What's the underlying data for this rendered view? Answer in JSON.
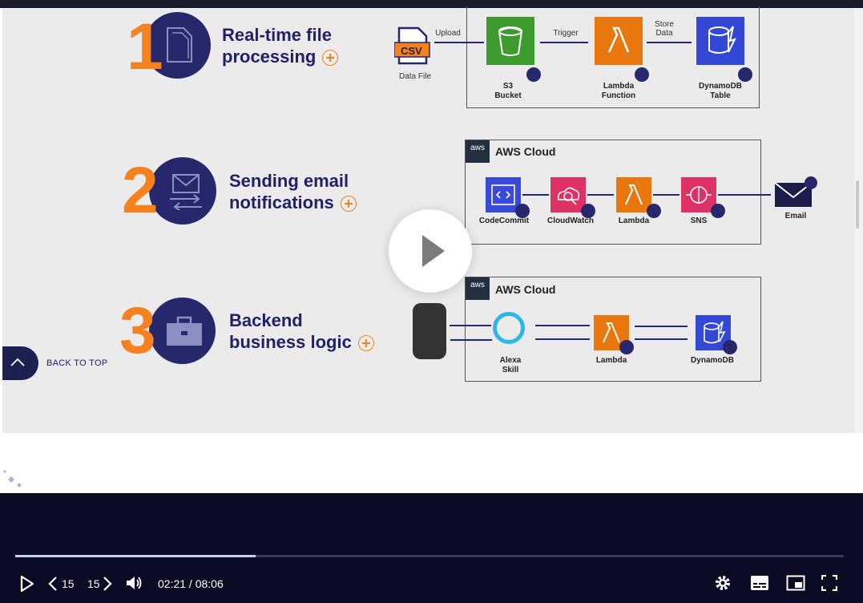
{
  "slide": {
    "rows": [
      {
        "number": "1",
        "title_line1": "Real-time file",
        "title_line2": "processing"
      },
      {
        "number": "2",
        "title_line1": "Sending email",
        "title_line2": "notifications"
      },
      {
        "number": "3",
        "title_line1": "Backend",
        "title_line2": "business logic"
      }
    ],
    "diagram1": {
      "csv_label": "CSV",
      "data_file": "Data File",
      "upload": "Upload",
      "trigger": "Trigger",
      "store_data_1": "Store",
      "store_data_2": "Data",
      "s3_1": "S3",
      "s3_2": "Bucket",
      "lambda_1": "Lambda",
      "lambda_2": "Function",
      "dynamo_1": "DynamoDB",
      "dynamo_2": "Table"
    },
    "diagram2": {
      "aws_logo": "aws",
      "cloud_title": "AWS Cloud",
      "codecommit": "CodeCommit",
      "cloudwatch": "CloudWatch",
      "lambda": "Lambda",
      "sns": "SNS",
      "email": "Email"
    },
    "diagram3": {
      "aws_logo": "aws",
      "cloud_title": "AWS Cloud",
      "alexa_1": "Alexa",
      "alexa_2": "Skill",
      "lambda": "Lambda",
      "dynamodb": "DynamoDB"
    },
    "back_to_top": "BACK TO TOP"
  },
  "player": {
    "rewind_label": "15",
    "forward_label": "15",
    "time": "02:21 / 08:06",
    "progress_fraction": 0.29
  },
  "colors": {
    "accent_orange": "#f5821f",
    "navy": "#27286b",
    "player_bg": "#0b0a24"
  }
}
